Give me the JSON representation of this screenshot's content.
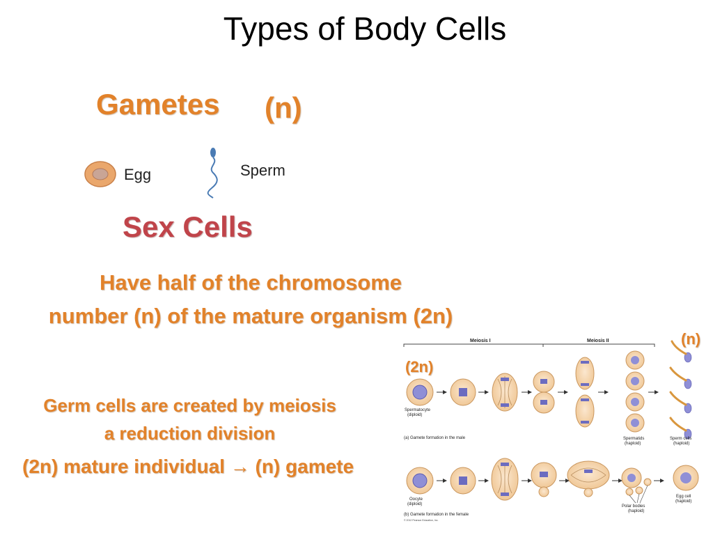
{
  "slide": {
    "title": "Types of Body Cells",
    "gametes_label": "Gametes",
    "gametes_ploidy": "(n)",
    "egg_label": "Egg",
    "sperm_label": "Sperm",
    "sex_cells_label": "Sex Cells",
    "half_line1": "Have half of the chromosome",
    "half_line2": "number (n) of the mature organism (2n)",
    "germ_line1": "Germ cells are created by meiosis",
    "germ_line2": "a reduction division",
    "mature_text": "(2n) mature individual",
    "arrow_glyph": "→",
    "gamete_text": "(n) gamete"
  },
  "figure": {
    "n_label": "(n)",
    "two_n_label": "(2n)",
    "meiosis_1": "Meiosis I",
    "meiosis_2": "Meiosis II",
    "spermatocyte": "Spermatocyte",
    "diploid": "(diploid)",
    "male_caption": "(a) Gamete formation in the male",
    "spermatids": "Spermatids",
    "haploid": "(haploid)",
    "sperm_cells": "Sperm cells",
    "oocyte": "Oocyte",
    "egg_cell": "Egg cell",
    "polar_bodies": "Polar bodies",
    "female_caption": "(b) Gamete formation in the female",
    "copyright": "© 2012 Pearson Education, Inc."
  },
  "colors": {
    "orange_text": "#e2822a",
    "red_text": "#c0444a",
    "cell_fill": "#f5d7b4",
    "cell_stroke": "#c9965e",
    "nucleus": "#8f8fd6"
  }
}
